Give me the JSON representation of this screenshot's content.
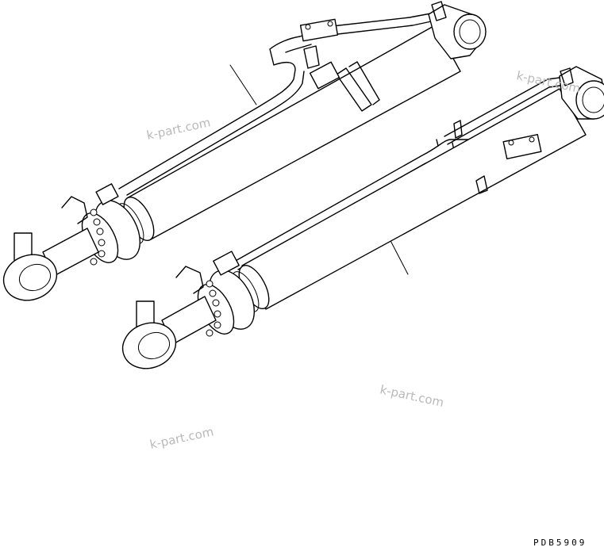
{
  "watermarks": [
    "k-part.com",
    "k-part.com",
    "k-part.com",
    "k-part.com"
  ],
  "drawing_code": "PDB5909",
  "parts": [
    {
      "name": "upper-hydraulic-cylinder"
    },
    {
      "name": "lower-hydraulic-cylinder"
    }
  ],
  "colors": {
    "line": "#000000",
    "watermark": "#b9b9b9",
    "background": "#ffffff"
  }
}
